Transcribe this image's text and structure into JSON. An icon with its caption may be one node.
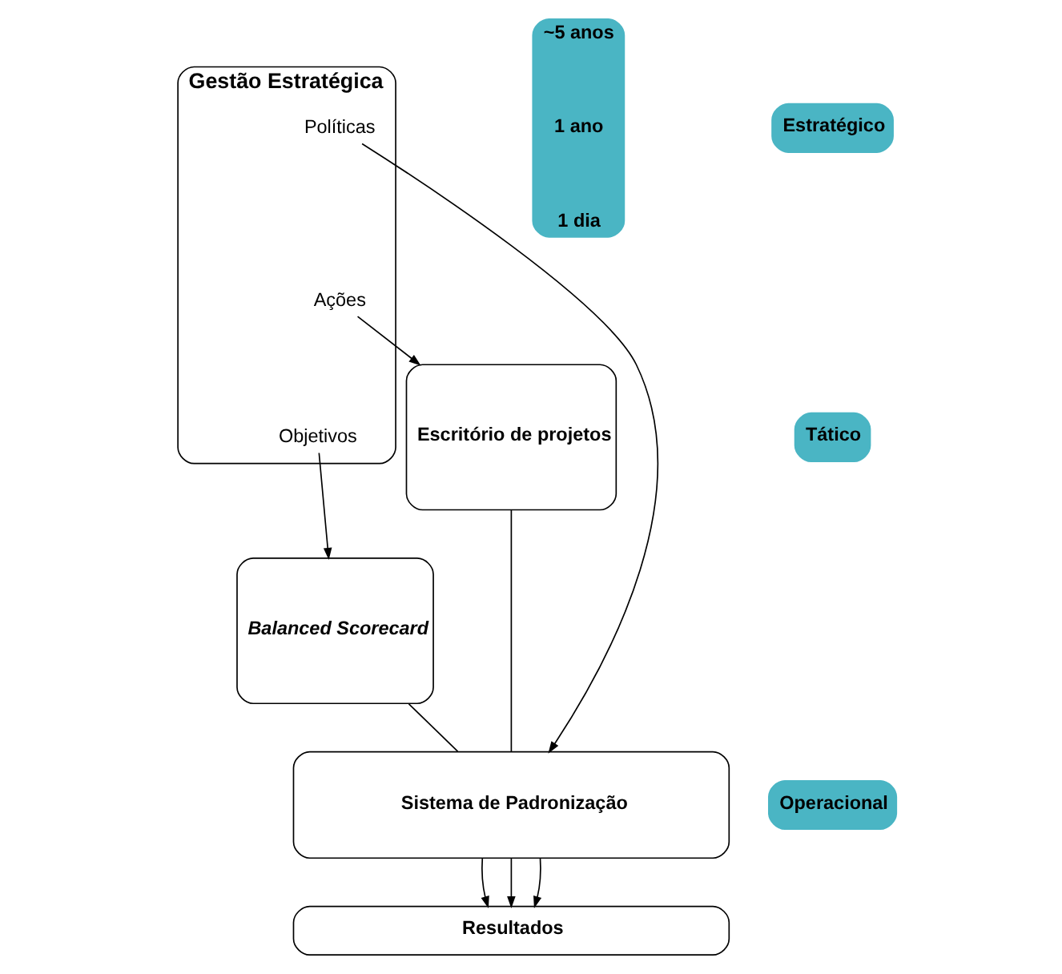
{
  "diagram": {
    "nodes": [
      {
        "text": [
          "Gestão Estratégica"
        ]
      },
      {
        "text": [
          "Políticas"
        ],
        "in": 0
      },
      {
        "text": [
          "Ações"
        ],
        "in": 0
      },
      {
        "text": [
          "Objetivos"
        ],
        "in": 0
      },
      {
        "text": [
          "Balanced Scorecard"
        ]
      },
      {
        "text": [
          "Escritório de projetos"
        ]
      },
      {
        "text": [
          "Sistema de Padronização"
        ]
      },
      {
        "text": [
          "Resultados"
        ]
      },
      {
        "text": [
          "~5 anos",
          "1 ano",
          "1 dia"
        ]
      },
      {
        "text": [
          "Estratégico"
        ]
      },
      {
        "text": [
          "Tático"
        ]
      },
      {
        "text": [
          "Operacional"
        ]
      }
    ],
    "edges": [
      {
        "from": 3,
        "to": 4,
        "arrow": "to"
      },
      {
        "from": 2,
        "to": 5,
        "arrow": "to"
      },
      {
        "from": 1,
        "to": 6,
        "arrow": "to"
      },
      {
        "from": 4,
        "to": 6,
        "arrow": "none"
      },
      {
        "from": 5,
        "to": 6,
        "arrow": "none"
      },
      {
        "from": 6,
        "to": 7,
        "arrow": "to"
      },
      {
        "from": 6,
        "to": 7,
        "arrow": "to"
      },
      {
        "from": 6,
        "to": 7,
        "arrow": "to"
      }
    ]
  }
}
